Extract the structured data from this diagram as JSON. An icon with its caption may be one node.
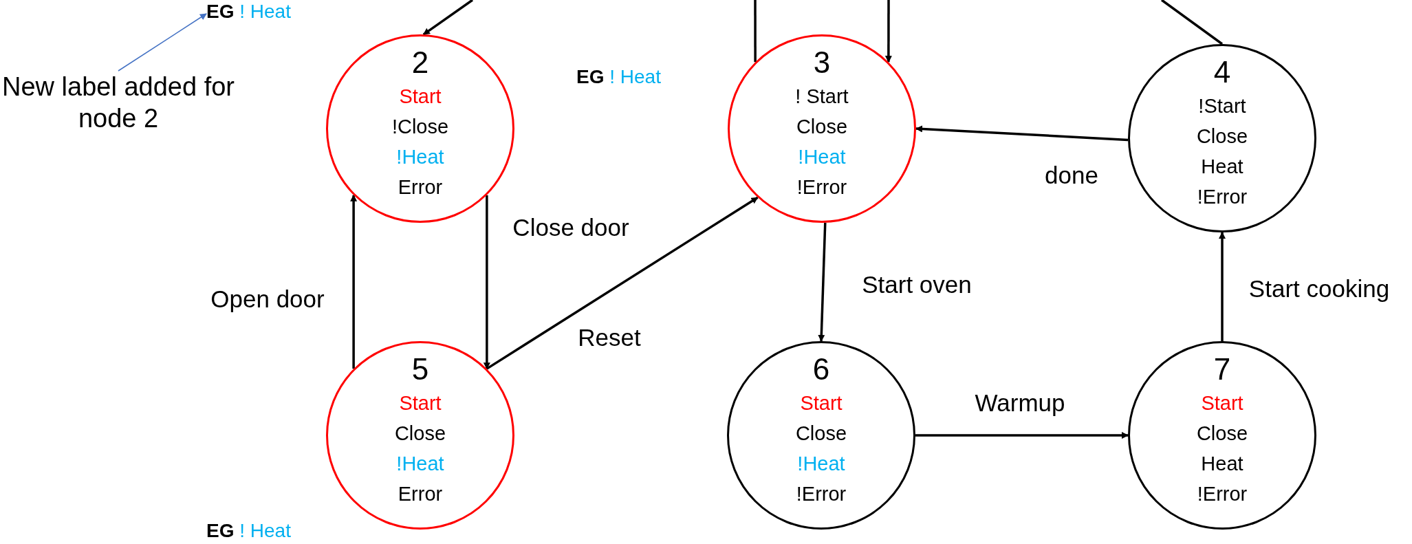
{
  "diagram": {
    "nodes": [
      {
        "text": [
          "**EG** ! Heat"
        ]
      },
      {
        "text": [
          "New label added for node 2"
        ]
      },
      {
        "text": [
          "2",
          "Start",
          "!Close",
          "!Heat",
          "Error"
        ]
      },
      {
        "text": [
          "3",
          "! Start",
          "Close",
          "!Heat",
          "!Error"
        ]
      },
      {
        "text": [
          "4",
          "!Start",
          "Close",
          "Heat",
          "!Error"
        ]
      },
      {
        "text": [
          "5",
          "Start",
          "Close",
          "!Heat",
          "Error"
        ]
      },
      {
        "text": [
          "6",
          "Start",
          "Close",
          "!Heat",
          "!Error"
        ]
      },
      {
        "text": [
          "7",
          "Start",
          "Close",
          "Heat",
          "!Error"
        ]
      }
    ],
    "edges": [
      {
        "from": null,
        "to": 2,
        "arrow": "to"
      },
      {
        "from": 3,
        "to": null,
        "arrow": "none"
      },
      {
        "from": null,
        "to": 3,
        "arrow": "to"
      },
      {
        "from": 4,
        "to": null,
        "arrow": "none"
      },
      {
        "from": 4,
        "to": 3,
        "arrow": "to",
        "label": "done"
      },
      {
        "from": 2,
        "to": 5,
        "arrow": "to",
        "label": "Close door"
      },
      {
        "from": 5,
        "to": 2,
        "arrow": "to",
        "label": "Open door"
      },
      {
        "from": 5,
        "to": 3,
        "arrow": "to",
        "label": "Reset"
      },
      {
        "from": 3,
        "to": 6,
        "arrow": "to",
        "label": "Start oven"
      },
      {
        "from": 6,
        "to": 7,
        "arrow": "to",
        "label": "Warmup"
      },
      {
        "from": 7,
        "to": 4,
        "arrow": "to",
        "label": "Start cooking"
      },
      {
        "from": 1,
        "to": 0,
        "arrow": "to",
        "color": "#4472c4"
      }
    ],
    "labels": [
      "**EG** ! Heat",
      "**EG** ! Heat"
    ]
  }
}
